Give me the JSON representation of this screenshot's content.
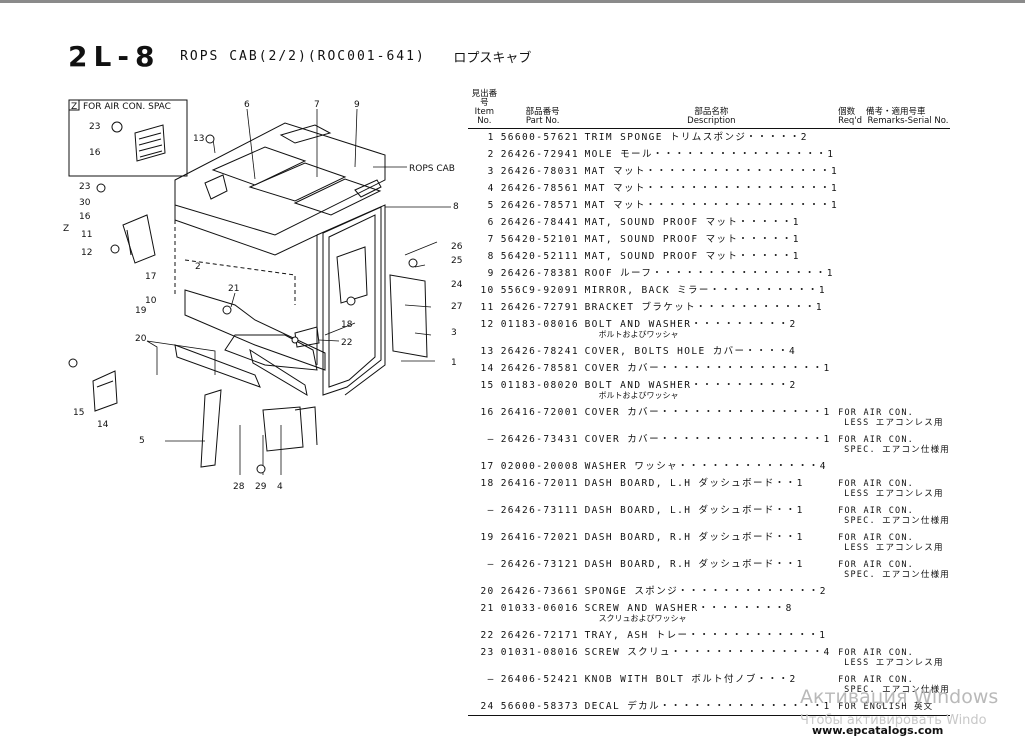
{
  "header": {
    "code": "2L-8",
    "title": "ROPS CAB(2/2)(ROC001-641)",
    "title_jp": "ロプスキャブ"
  },
  "diagram": {
    "inset_label": "FOR AIR CON. SPAC",
    "inset_letter": "Z",
    "rops_cab_label": "ROPS CAB",
    "callouts": [
      "6",
      "7",
      "9",
      "13",
      "8",
      "23",
      "16",
      "23",
      "30",
      "16",
      "Z",
      "11",
      "12",
      "17",
      "10",
      "2",
      "26",
      "25",
      "24",
      "27",
      "21",
      "19",
      "3",
      "18",
      "22",
      "20",
      "1",
      "15",
      "14",
      "5",
      "28",
      "29",
      "4"
    ]
  },
  "table": {
    "headers": {
      "item_no_jp": "見出番号",
      "item_no": "Item No.",
      "part_no_jp": "部品番号",
      "part_no": "Part No.",
      "desc_jp": "部品名称",
      "desc": "Description",
      "reqd_jp": "個数",
      "reqd": "Req'd",
      "remarks_jp": "備考・適用号車",
      "remarks": "Remarks-Serial No."
    },
    "rows": [
      {
        "no": "1",
        "part": "56600-57621",
        "desc": "TRIM SPONGE トリムスポンジ・・・・・2",
        "sub": "",
        "rem1": "",
        "rem2": ""
      },
      {
        "no": "2",
        "part": "26426-72941",
        "desc": "MOLE モール・・・・・・・・・・・・・・・・1",
        "sub": "",
        "rem1": "",
        "rem2": ""
      },
      {
        "no": "3",
        "part": "26426-78031",
        "desc": "MAT マット・・・・・・・・・・・・・・・・・1",
        "sub": "",
        "rem1": "",
        "rem2": ""
      },
      {
        "no": "4",
        "part": "26426-78561",
        "desc": "MAT マット・・・・・・・・・・・・・・・・・1",
        "sub": "",
        "rem1": "",
        "rem2": ""
      },
      {
        "no": "5",
        "part": "26426-78571",
        "desc": "MAT マット・・・・・・・・・・・・・・・・・1",
        "sub": "",
        "rem1": "",
        "rem2": ""
      },
      {
        "no": "6",
        "part": "26426-78441",
        "desc": "MAT, SOUND PROOF マット・・・・・1",
        "sub": "",
        "rem1": "",
        "rem2": ""
      },
      {
        "no": "7",
        "part": "56420-52101",
        "desc": "MAT, SOUND PROOF マット・・・・・1",
        "sub": "",
        "rem1": "",
        "rem2": ""
      },
      {
        "no": "8",
        "part": "56420-52111",
        "desc": "MAT, SOUND PROOF マット・・・・・1",
        "sub": "",
        "rem1": "",
        "rem2": ""
      },
      {
        "no": "9",
        "part": "26426-78381",
        "desc": "ROOF ルーフ・・・・・・・・・・・・・・・・1",
        "sub": "",
        "rem1": "",
        "rem2": ""
      },
      {
        "no": "10",
        "part": "556C9-92091",
        "desc": "MIRROR, BACK ミラー・・・・・・・・・・1",
        "sub": "",
        "rem1": "",
        "rem2": ""
      },
      {
        "no": "11",
        "part": "26426-72791",
        "desc": "BRACKET ブラケット・・・・・・・・・・・1",
        "sub": "",
        "rem1": "",
        "rem2": ""
      },
      {
        "no": "12",
        "part": "01183-08016",
        "desc": "BOLT AND WASHER・・・・・・・・・2",
        "sub": "ボルトおよびワッシャ",
        "rem1": "",
        "rem2": ""
      },
      {
        "no": "13",
        "part": "26426-78241",
        "desc": "COVER, BOLTS HOLE カバー・・・・4",
        "sub": "",
        "rem1": "",
        "rem2": ""
      },
      {
        "no": "14",
        "part": "26426-78581",
        "desc": "COVER カバー・・・・・・・・・・・・・・・1",
        "sub": "",
        "rem1": "",
        "rem2": ""
      },
      {
        "no": "15",
        "part": "01183-08020",
        "desc": "BOLT AND WASHER・・・・・・・・・2",
        "sub": "ボルトおよびワッシャ",
        "rem1": "",
        "rem2": ""
      },
      {
        "no": "16",
        "part": "26416-72001",
        "desc": "COVER カバー・・・・・・・・・・・・・・・1",
        "sub": "",
        "rem1": "FOR AIR CON.",
        "rem2": "LESS エアコンレス用"
      },
      {
        "no": "–",
        "part": "26426-73431",
        "desc": "COVER カバー・・・・・・・・・・・・・・・1",
        "sub": "",
        "rem1": "FOR AIR CON.",
        "rem2": "SPEC. エアコン仕様用"
      },
      {
        "no": "17",
        "part": "02000-20008",
        "desc": "WASHER ワッシャ・・・・・・・・・・・・・4",
        "sub": "",
        "rem1": "",
        "rem2": ""
      },
      {
        "no": "18",
        "part": "26416-72011",
        "desc": "DASH BOARD, L.H ダッシュボード・・1",
        "sub": "",
        "rem1": "FOR AIR CON.",
        "rem2": "LESS エアコンレス用"
      },
      {
        "no": "–",
        "part": "26426-73111",
        "desc": "DASH BOARD, L.H ダッシュボード・・1",
        "sub": "",
        "rem1": "FOR AIR CON.",
        "rem2": "SPEC. エアコン仕様用"
      },
      {
        "no": "19",
        "part": "26416-72021",
        "desc": "DASH BOARD, R.H ダッシュボード・・1",
        "sub": "",
        "rem1": "FOR AIR CON.",
        "rem2": "LESS エアコンレス用"
      },
      {
        "no": "–",
        "part": "26426-73121",
        "desc": "DASH BOARD, R.H ダッシュボード・・1",
        "sub": "",
        "rem1": "FOR AIR CON.",
        "rem2": "SPEC. エアコン仕様用"
      },
      {
        "no": "20",
        "part": "26426-73661",
        "desc": "SPONGE スポンジ・・・・・・・・・・・・・2",
        "sub": "",
        "rem1": "",
        "rem2": ""
      },
      {
        "no": "21",
        "part": "01033-06016",
        "desc": "SCREW AND WASHER・・・・・・・・8",
        "sub": "スクリュおよびワッシャ",
        "rem1": "",
        "rem2": ""
      },
      {
        "no": "22",
        "part": "26426-72171",
        "desc": "TRAY, ASH トレー・・・・・・・・・・・・1",
        "sub": "",
        "rem1": "",
        "rem2": ""
      },
      {
        "no": "23",
        "part": "01031-08016",
        "desc": "SCREW スクリュ・・・・・・・・・・・・・・4",
        "sub": "",
        "rem1": "FOR AIR CON.",
        "rem2": "LESS エアコンレス用"
      },
      {
        "no": "–",
        "part": "26406-52421",
        "desc": "KNOB WITH BOLT ボルト付ノブ・・・2",
        "sub": "",
        "rem1": "FOR AIR CON.",
        "rem2": "SPEC. エアコン仕様用"
      },
      {
        "no": "24",
        "part": "56600-58373",
        "desc": "DECAL デカル・・・・・・・・・・・・・・・1",
        "sub": "",
        "rem1": "FOR ENGLISH 英文",
        "rem2": ""
      }
    ]
  },
  "footer": {
    "watermark": "Активация Windows",
    "watermark_sub": "Чтобы активировать Windo",
    "site": "www.epcatalogs.com"
  }
}
